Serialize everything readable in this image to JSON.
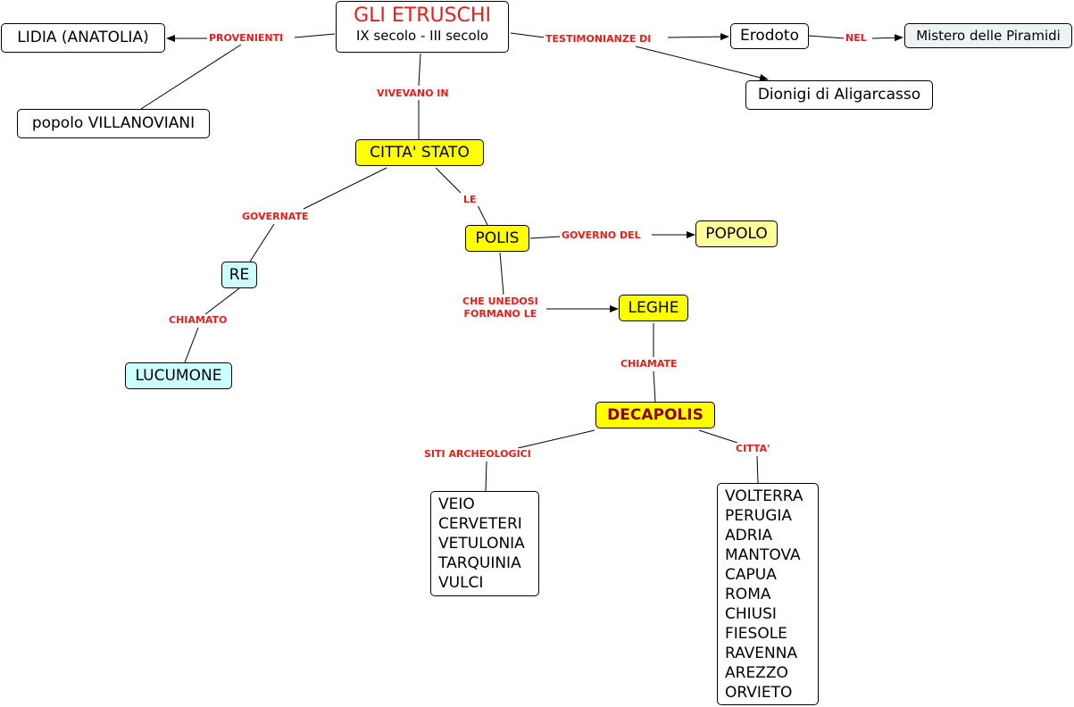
{
  "nodes": {
    "title_line1": "GLI ETRUSCHI",
    "title_line2": "IX secolo - III secolo",
    "lidia": "LIDIA (ANATOLIA)",
    "villanoviani": "popolo VILLANOVIANI",
    "erodoto": "Erodoto",
    "mistero": "Mistero delle Piramidi",
    "dionigi": "Dionigi di Aligarcasso",
    "citta_stato": "CITTA' STATO",
    "polis": "POLIS",
    "popolo": "POPOLO",
    "re": "RE",
    "lucumone": "LUCUMONE",
    "leghe": "LEGHE",
    "decapolis": "DECAPOLIS",
    "siti": [
      "VEIO",
      "CERVETERI",
      "VETULONIA",
      "TARQUINIA",
      "VULCI"
    ],
    "citta": [
      "VOLTERRA",
      "PERUGIA",
      "ADRIA",
      "MANTOVA",
      "CAPUA",
      "ROMA",
      "CHIUSI",
      "FIESOLE",
      "RAVENNA",
      "AREZZO",
      "ORVIETO"
    ]
  },
  "labels": {
    "provenienti": "PROVENIENTI",
    "testimonianze": "TESTIMONIANZE DI",
    "nel": "NEL",
    "vivevano": "VIVEVANO IN",
    "governate": "GOVERNATE",
    "le": "LE",
    "governo_del": "GOVERNO DEL",
    "chiamato": "CHIAMATO",
    "unedosi_1": "CHE UNEDOSI",
    "unedosi_2": "FORMANO LE",
    "chiamate": "CHIAMATE",
    "siti_archeologici": "SITI ARCHEOLOGICI",
    "citta_label": "CITTA'"
  },
  "colors": {
    "title_red": "#e3201b",
    "label_red": "#e3201b",
    "yellow": "#ffff00",
    "pale_yellow": "#ffff99",
    "cyan": "#ccffff",
    "grey": "#eef3f6",
    "decapolis_text": "#8b0000"
  }
}
